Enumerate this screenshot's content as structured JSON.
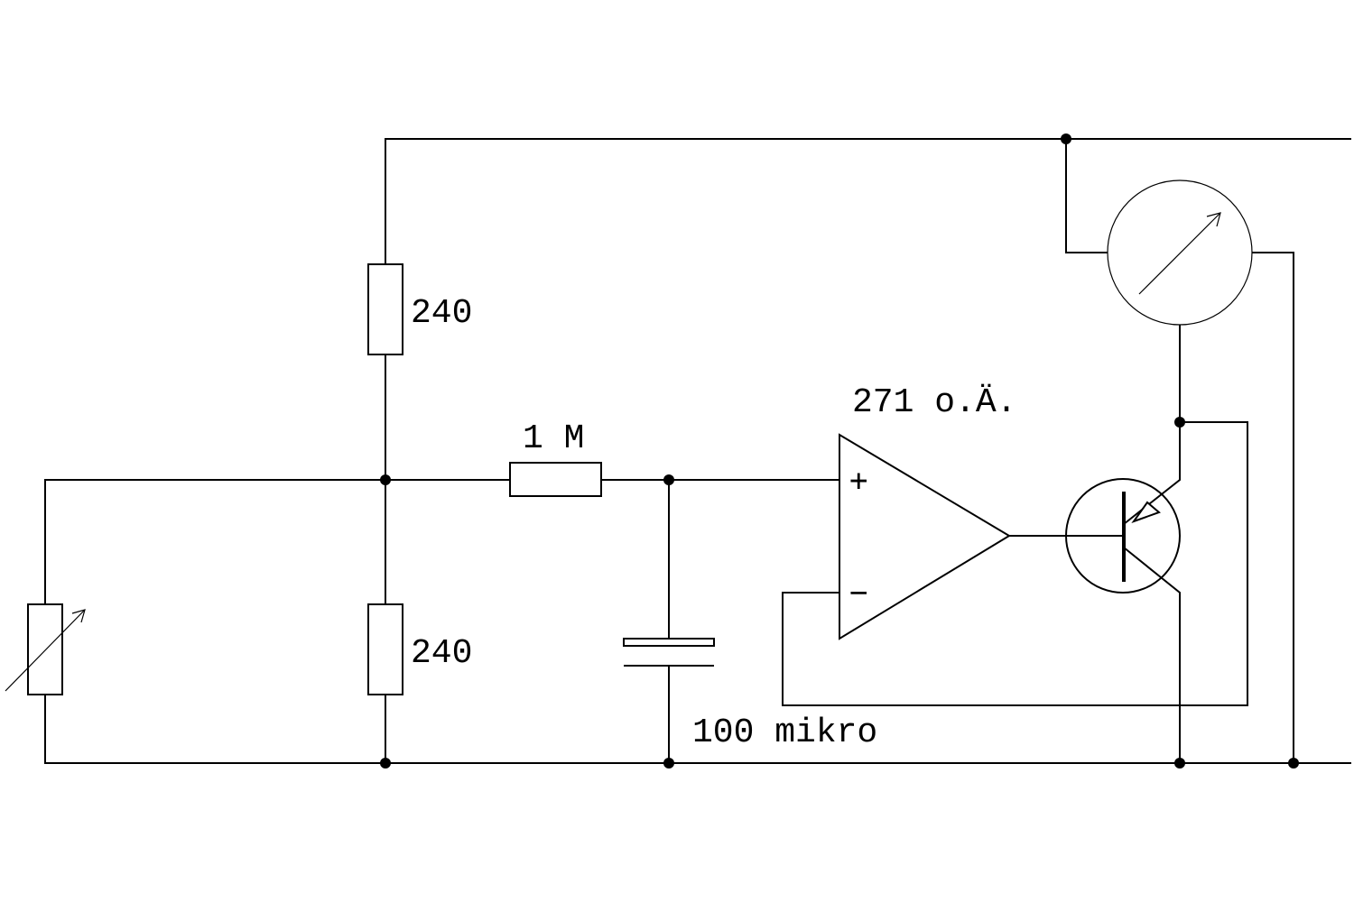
{
  "labels": {
    "r_top": "240",
    "r_bottom": "240",
    "r_series": "1 M",
    "capacitor": "100 mikro",
    "opamp": "271 o.Ä.",
    "opamp_plus": "+",
    "opamp_minus": "−"
  },
  "components": [
    {
      "name": "potentiometer",
      "kind": "variable-resistor"
    },
    {
      "name": "resistor-top",
      "kind": "resistor",
      "label": "240"
    },
    {
      "name": "resistor-bottom",
      "kind": "resistor",
      "label": "240"
    },
    {
      "name": "resistor-series",
      "kind": "resistor",
      "label": "1 M"
    },
    {
      "name": "capacitor",
      "kind": "capacitor",
      "label": "100 mikro"
    },
    {
      "name": "op-amp",
      "kind": "operational-amplifier",
      "label": "271 o.Ä."
    },
    {
      "name": "transistor",
      "kind": "pnp-transistor"
    },
    {
      "name": "meter",
      "kind": "measuring-instrument"
    }
  ],
  "colors": {
    "line": "#000000",
    "background": "#ffffff"
  }
}
